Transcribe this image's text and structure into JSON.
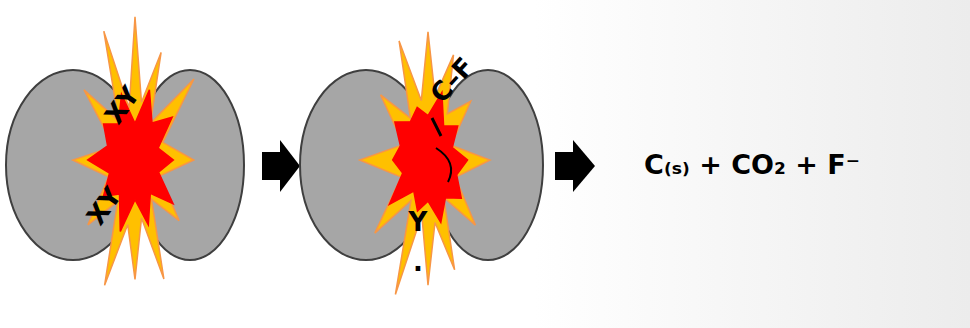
{
  "diagram": {
    "labels": [
      "XY",
      "XY",
      "C–F",
      "Y",
      ".",
      "C₍ₛ₎ + CO₂ + F⁻"
    ]
  }
}
